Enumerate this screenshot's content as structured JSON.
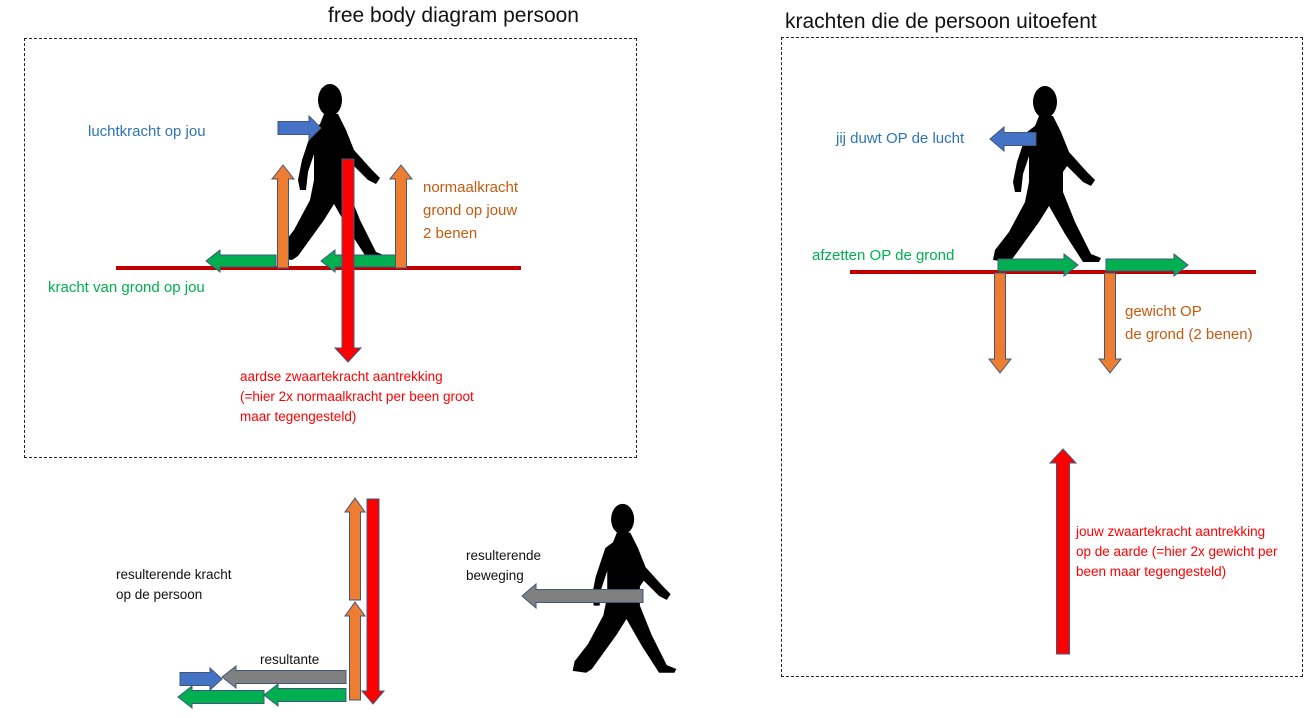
{
  "titles": {
    "left": "free body diagram persoon",
    "right": "krachten die de persoon uitoefent"
  },
  "colors": {
    "air_force": "#4472c4",
    "ground_friction": "#00b050",
    "normal_force": "#ed7d31",
    "gravity": "#ff0000",
    "resultant": "#808080",
    "ground_line": "#c00000",
    "arrow_outline": "#41577a",
    "silhouette": "#000000"
  },
  "left_panel": {
    "labels": {
      "air_force": "luchtkracht op jou",
      "normal_force": "normaalkracht\ngrond op jouw\n2 benen",
      "ground_force": "kracht van grond op jou",
      "gravity": "aardse zwaartekracht aantrekking\n(=hier 2x normaalkracht per been groot\nmaar tegengesteld)"
    }
  },
  "right_panel": {
    "labels": {
      "push_air": "jij duwt OP de lucht",
      "push_ground": "afzetten OP de grond",
      "weight": "gewicht OP\nde grond (2 benen)",
      "gravity": "jouw zwaartekracht aantrekking\nop de aarde (=hier 2x gewicht per\nbeen maar tegengesteld)"
    }
  },
  "resultant_section": {
    "labels": {
      "resultant_force": "resulterende kracht\nop de persoon",
      "resultant": "resultante",
      "resultant_motion": "resulterende\nbeweging"
    }
  }
}
